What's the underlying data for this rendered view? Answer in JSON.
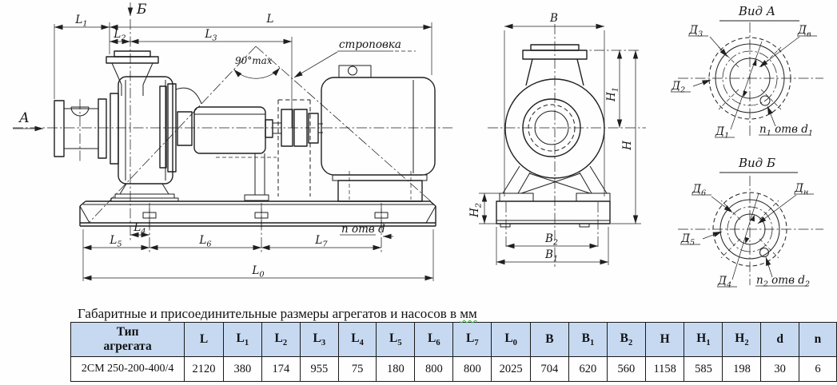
{
  "colors": {
    "table_header_bg": "#c6d9f1",
    "spellcheck_green": "#3daa3d",
    "ink": "#1f1f1f"
  },
  "drawing": {
    "arrows": {
      "a": "А",
      "b": "Б"
    },
    "annotations": {
      "sling": "строповка",
      "angle": "90°max"
    },
    "dims_top": {
      "l1": "L~1~",
      "l": "L",
      "l2": "L~2~",
      "l3": "L~3~"
    },
    "dims_bottom": {
      "l4": "L~4~",
      "l5": "L~5~",
      "l6": "L~6~",
      "l7": "L~7~",
      "l0": "L~0~",
      "holes": "n отв d"
    },
    "front_dims": {
      "b": "В",
      "b1": "В~1~",
      "b2": "В~2~",
      "h": "Н",
      "h1": "Н~1~",
      "h2": "Н~2~"
    },
    "view_a": {
      "title": "Вид А",
      "d3": "Д~3~",
      "dv": "Д~в~",
      "d2": "Д~2~",
      "d1": "Д~1~",
      "holes": "n~1~ отв d~1~"
    },
    "view_b": {
      "title": "Вид Б",
      "d6": "Д~6~",
      "dn": "Д~н~",
      "d5": "Д~5~",
      "d4": "Д~4~",
      "holes": "n~2~ отв d~2~"
    }
  },
  "table": {
    "caption_text": "Габаритные и присоединительные размеры агрегатов и насосов в ",
    "caption_unit": "мм",
    "type_header": "Тип\nагрегата",
    "headers": [
      "L",
      "L~1~",
      "L~2~",
      "L~3~",
      "L~4~",
      "L~5~",
      "L~6~",
      "L~7~",
      "L~0~",
      "B",
      "B~1~",
      "B~2~",
      "H",
      "H~1~",
      "H~2~",
      "d",
      "n"
    ],
    "rows": [
      {
        "type": "2СМ 250-200-400/4",
        "values": [
          "2120",
          "380",
          "174",
          "955",
          "75",
          "180",
          "800",
          "800",
          "2025",
          "704",
          "620",
          "560",
          "1158",
          "585",
          "198",
          "30",
          "6"
        ]
      }
    ]
  }
}
